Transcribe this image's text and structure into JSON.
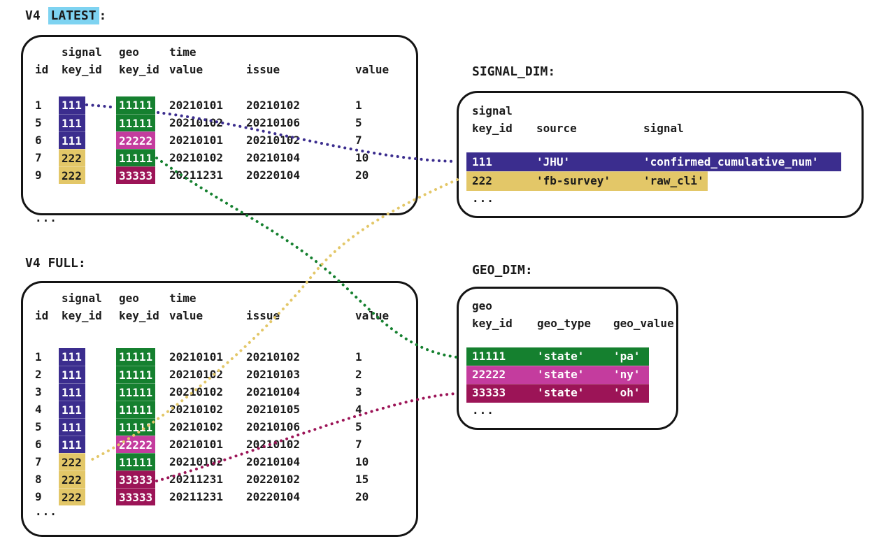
{
  "diagram": {
    "v4_latest": {
      "title": {
        "prefix": "V4 ",
        "highlight": "LATEST",
        "colon": ":"
      },
      "headers": {
        "line1": [
          "",
          "signal",
          "geo",
          "time",
          "",
          ""
        ],
        "line2": [
          "id",
          "key_id",
          "key_id",
          "value",
          "issue",
          "value"
        ]
      },
      "rows": [
        {
          "id": "1",
          "signal": "111",
          "signal_color": "purple",
          "geo": "11111",
          "geo_color": "green",
          "time": "20210101",
          "issue": "20210102",
          "value": "1"
        },
        {
          "id": "5",
          "signal": "111",
          "signal_color": "purple",
          "geo": "11111",
          "geo_color": "green",
          "time": "20210102",
          "issue": "20210106",
          "value": "5"
        },
        {
          "id": "6",
          "signal": "111",
          "signal_color": "purple",
          "geo": "22222",
          "geo_color": "pink",
          "time": "20210101",
          "issue": "20210102",
          "value": "7"
        },
        {
          "id": "7",
          "signal": "222",
          "signal_color": "gold",
          "geo": "11111",
          "geo_color": "green",
          "time": "20210102",
          "issue": "20210104",
          "value": "10"
        },
        {
          "id": "9",
          "signal": "222",
          "signal_color": "gold",
          "geo": "33333",
          "geo_color": "maroon",
          "time": "20211231",
          "issue": "20220104",
          "value": "20"
        }
      ],
      "ellipsis": "..."
    },
    "v4_full": {
      "title": {
        "prefix": "V4 ",
        "highlight": "",
        "colon": "FULL:"
      },
      "headers": {
        "line1": [
          "",
          "signal",
          "geo",
          "time",
          "",
          ""
        ],
        "line2": [
          "id",
          "key_id",
          "key_id",
          "value",
          "issue",
          "value"
        ]
      },
      "rows": [
        {
          "id": "1",
          "signal": "111",
          "signal_color": "purple",
          "geo": "11111",
          "geo_color": "green",
          "time": "20210101",
          "issue": "20210102",
          "value": "1"
        },
        {
          "id": "2",
          "signal": "111",
          "signal_color": "purple",
          "geo": "11111",
          "geo_color": "green",
          "time": "20210102",
          "issue": "20210103",
          "value": "2"
        },
        {
          "id": "3",
          "signal": "111",
          "signal_color": "purple",
          "geo": "11111",
          "geo_color": "green",
          "time": "20210102",
          "issue": "20210104",
          "value": "3"
        },
        {
          "id": "4",
          "signal": "111",
          "signal_color": "purple",
          "geo": "11111",
          "geo_color": "green",
          "time": "20210102",
          "issue": "20210105",
          "value": "4"
        },
        {
          "id": "5",
          "signal": "111",
          "signal_color": "purple",
          "geo": "11111",
          "geo_color": "green",
          "time": "20210102",
          "issue": "20210106",
          "value": "5"
        },
        {
          "id": "6",
          "signal": "111",
          "signal_color": "purple",
          "geo": "22222",
          "geo_color": "pink",
          "time": "20210101",
          "issue": "20210102",
          "value": "7"
        },
        {
          "id": "7",
          "signal": "222",
          "signal_color": "gold",
          "geo": "11111",
          "geo_color": "green",
          "time": "20210102",
          "issue": "20210104",
          "value": "10"
        },
        {
          "id": "8",
          "signal": "222",
          "signal_color": "gold",
          "geo": "33333",
          "geo_color": "maroon",
          "time": "20211231",
          "issue": "20220102",
          "value": "15"
        },
        {
          "id": "9",
          "signal": "222",
          "signal_color": "gold",
          "geo": "33333",
          "geo_color": "maroon",
          "time": "20211231",
          "issue": "20220104",
          "value": "20"
        }
      ],
      "ellipsis": "..."
    },
    "signal_dim": {
      "title": "SIGNAL_DIM:",
      "headers": {
        "line1": "signal",
        "line2": [
          "key_id",
          "source",
          "signal"
        ]
      },
      "rows": [
        {
          "key_id": "111",
          "source": "'JHU'",
          "signal": "'confirmed_cumulative_num'",
          "color": "purple"
        },
        {
          "key_id": "222",
          "source": "'fb-survey'",
          "signal": "'raw_cli'",
          "color": "gold"
        }
      ],
      "ellipsis": "..."
    },
    "geo_dim": {
      "title": "GEO_DIM:",
      "headers": {
        "line1": "geo",
        "line2": [
          "key_id",
          "geo_type",
          "geo_value"
        ]
      },
      "rows": [
        {
          "key_id": "11111",
          "geo_type": "'state'",
          "geo_value": "'pa'",
          "color": "green"
        },
        {
          "key_id": "22222",
          "geo_type": "'state'",
          "geo_value": "'ny'",
          "color": "pink"
        },
        {
          "key_id": "33333",
          "geo_type": "'state'",
          "geo_value": "'oh'",
          "color": "maroon"
        }
      ],
      "ellipsis": "..."
    },
    "connections": [
      {
        "name": "signal-key-111",
        "color": "purple",
        "from": "v4_latest row id=1 signal key_id 111",
        "to": "signal_dim row 111"
      },
      {
        "name": "signal-key-222",
        "color": "gold",
        "from": "signal_dim row 222",
        "to": "v4_full row id=7 signal key_id 222"
      },
      {
        "name": "geo-key-11111",
        "color": "green",
        "from": "v4_latest row id=7 geo key_id 11111",
        "to": "geo_dim row 11111"
      },
      {
        "name": "geo-key-33333",
        "color": "maroon",
        "from": "v4_full row id=8 geo key_id 33333",
        "to": "geo_dim row 33333"
      }
    ],
    "colors": {
      "purple": "#3b2d8e",
      "gold": "#e3c768",
      "green": "#15802f",
      "pink": "#c43c9e",
      "maroon": "#9c1457",
      "hlblue": "#7ed3f1",
      "text": "#1b1b1b"
    }
  }
}
